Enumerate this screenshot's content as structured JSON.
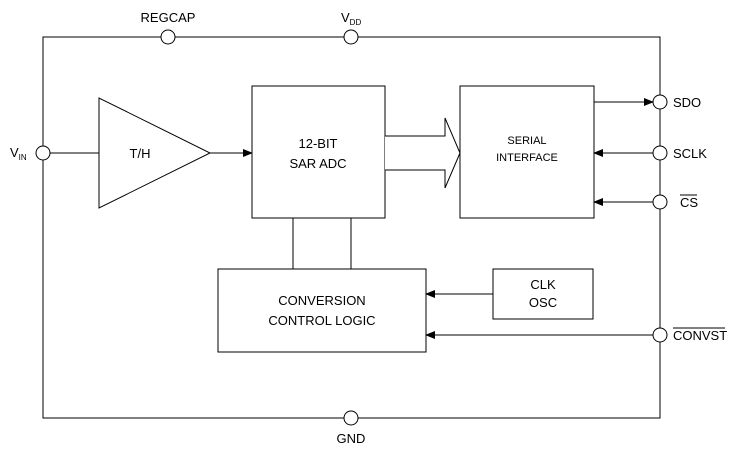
{
  "pins": {
    "regcap": "REGCAP",
    "vdd_main": "V",
    "vdd_sub": "DD",
    "vin_main": "V",
    "vin_sub": "IN",
    "sdo": "SDO",
    "sclk": "SCLK",
    "cs": "CS",
    "convst": "CONVST",
    "gnd": "GND"
  },
  "blocks": {
    "th": "T/H",
    "adc_line1": "12-BIT",
    "adc_line2": "SAR ADC",
    "serial_line1": "SERIAL",
    "serial_line2": "INTERFACE",
    "clk_line1": "CLK",
    "clk_line2": "OSC",
    "conv_line1": "CONVERSION",
    "conv_line2": "CONTROL LOGIC"
  }
}
